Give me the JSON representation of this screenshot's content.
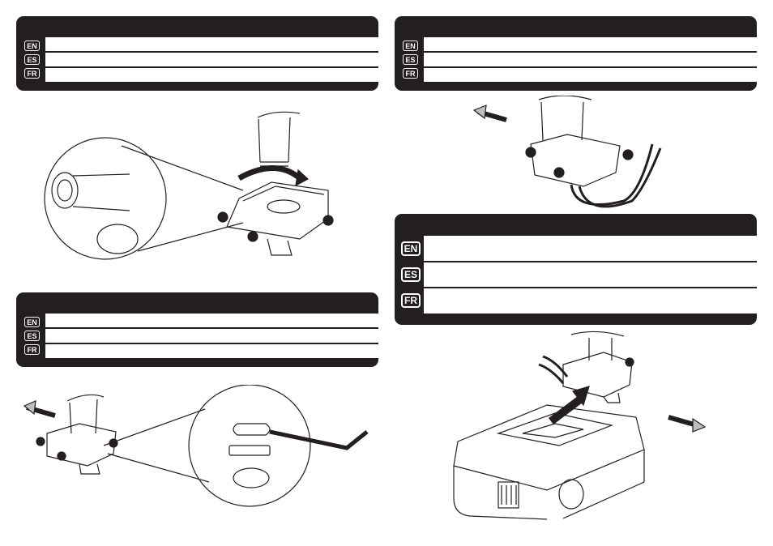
{
  "languages": [
    "EN",
    "ES",
    "FR"
  ],
  "panels": [
    {
      "id": "step-1",
      "rows": [
        "",
        "",
        ""
      ]
    },
    {
      "id": "step-2",
      "rows": [
        "",
        "",
        ""
      ]
    },
    {
      "id": "step-3",
      "rows": [
        "",
        "",
        ""
      ]
    },
    {
      "id": "step-4",
      "rows": [
        "",
        "",
        ""
      ]
    }
  ],
  "colors": {
    "panel": "#231f20",
    "line": "#231f20",
    "arrow_fill": "#bfbfbf"
  },
  "icons": [
    "thread-rotation-arrow-icon",
    "push-arrow-icon",
    "hex-key-icon",
    "magnifier-callout-icon"
  ]
}
